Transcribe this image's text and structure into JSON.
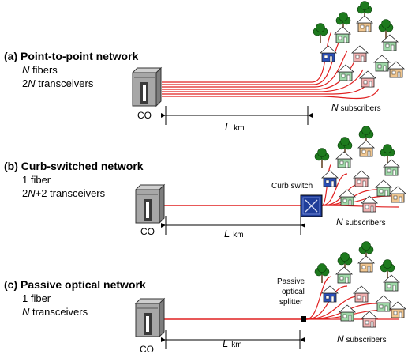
{
  "panels": [
    {
      "title": "(a) Point-to-point network",
      "line1": {
        "var": "N",
        "rest": " fibers"
      },
      "line2": {
        "pre": "2",
        "var": "N",
        "rest": " transceivers"
      },
      "co_label": "CO",
      "distance": {
        "var": "L",
        "unit": "km"
      },
      "subscribers": {
        "var": "N",
        "rest": " subscribers"
      }
    },
    {
      "title": "(b) Curb-switched network",
      "line1": {
        "var": "",
        "rest": "1 fiber"
      },
      "line2": {
        "pre": "2",
        "var": "N",
        "rest": "+2 transceivers"
      },
      "co_label": "CO",
      "distance": {
        "var": "L",
        "unit": "km"
      },
      "device_label": "Curb switch",
      "subscribers": {
        "var": "N",
        "rest": " subscribers"
      }
    },
    {
      "title": "(c) Passive optical network",
      "line1": {
        "var": "",
        "rest": "1 fiber"
      },
      "line2": {
        "pre": "",
        "var": "N",
        "rest": " transceivers"
      },
      "co_label": "CO",
      "distance": {
        "var": "L",
        "unit": "km"
      },
      "device_label_lines": [
        "Passive",
        "optical",
        "splitter"
      ],
      "subscribers": {
        "var": "N",
        "rest": " subscribers"
      }
    }
  ],
  "colors": {
    "fiber": "#e02020",
    "switch": "#1f3d99",
    "tree": "#1d7a1d",
    "house_blue": "#2b4fb8",
    "house_beige": "#f0c690",
    "house_green": "#9fd8a8",
    "house_pink": "#f0b0b0",
    "building": "#a7a7a7"
  }
}
